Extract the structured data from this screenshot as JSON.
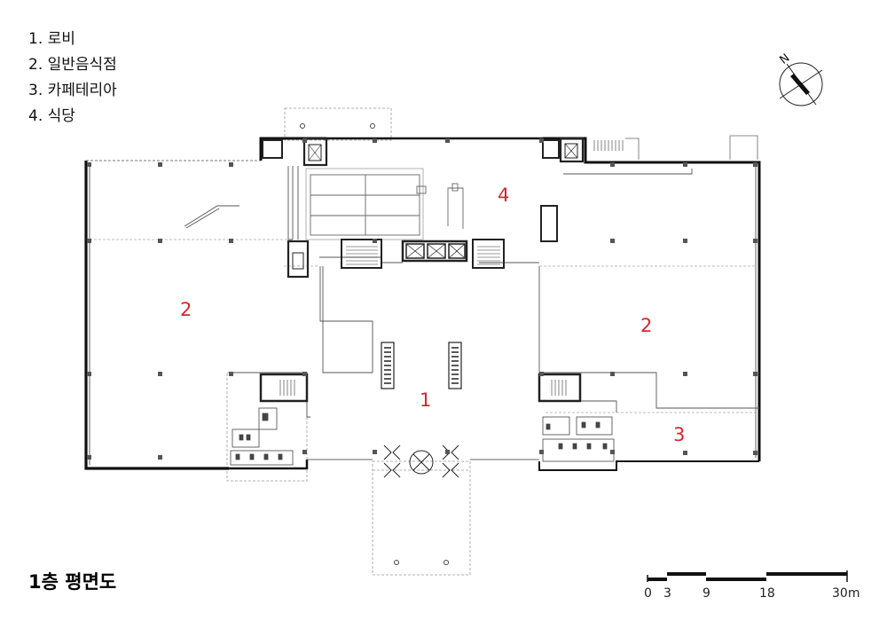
{
  "legend": {
    "items": [
      "1. 로비",
      "2. 일반음식점",
      "3. 카페테리아",
      "4. 식당"
    ]
  },
  "plan": {
    "title": "1층 평면도",
    "room_labels": [
      "1",
      "2",
      "2",
      "3",
      "4"
    ],
    "label_color": "#d8262c"
  },
  "north_arrow": {
    "label": "N"
  },
  "scale_bar": {
    "ticks": [
      "0",
      "3",
      "9",
      "18",
      "30m"
    ]
  }
}
